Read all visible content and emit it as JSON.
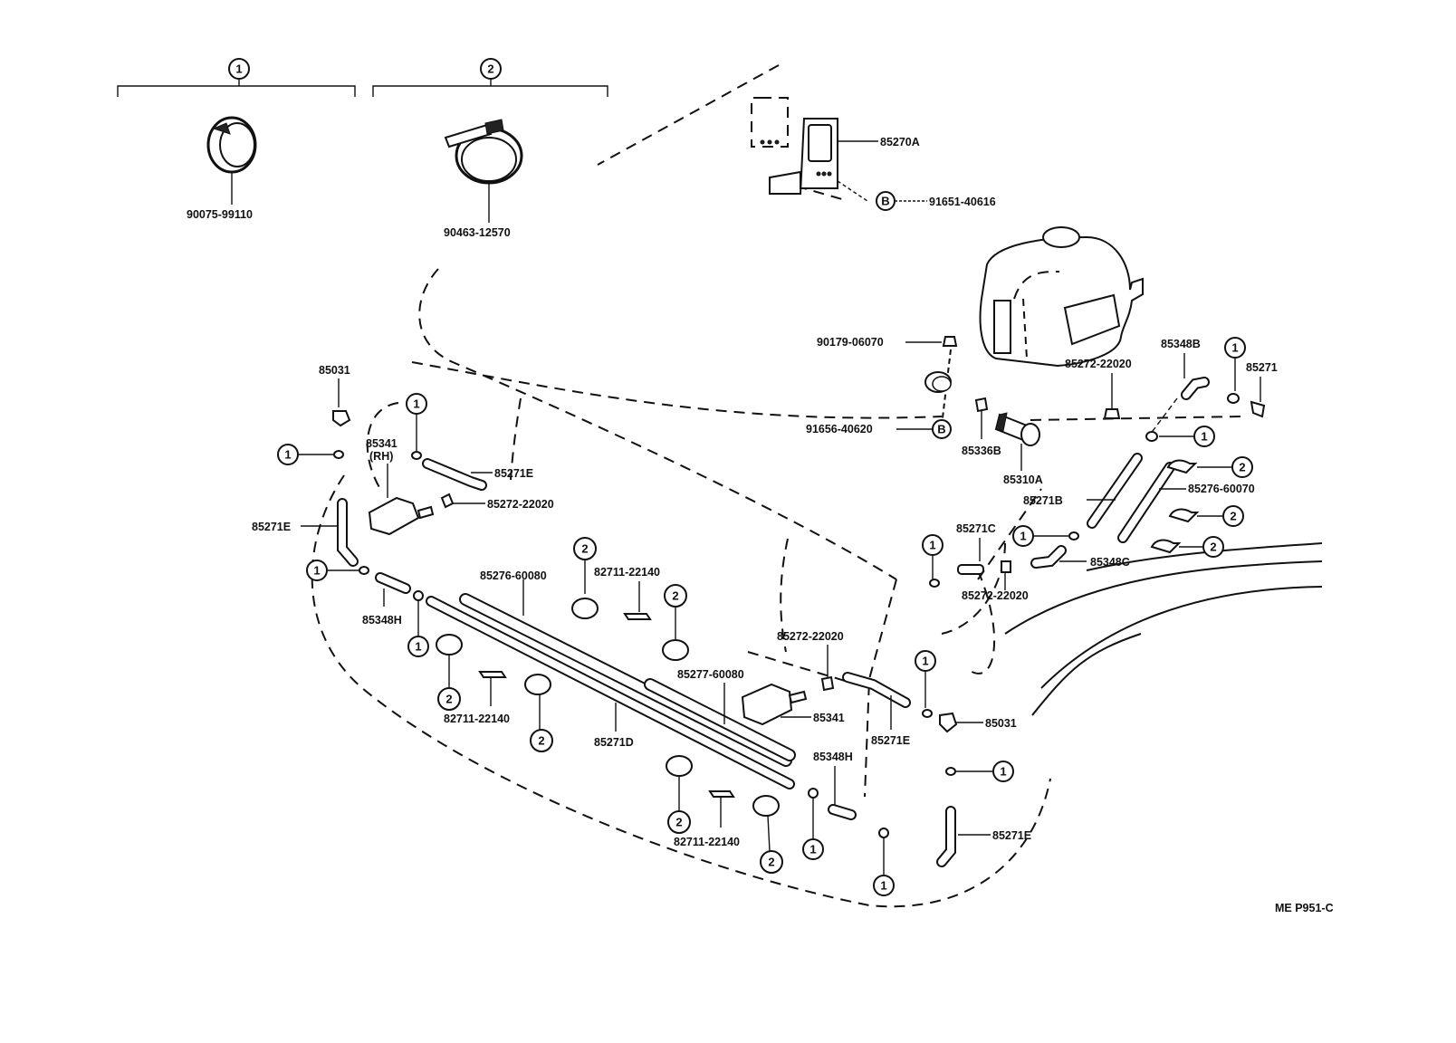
{
  "diagram": {
    "drawing_code": "ME P951-C",
    "kit_groups": [
      {
        "key": "kit1",
        "callout": "1",
        "part_number": "90075-99110"
      },
      {
        "key": "kit2",
        "callout": "2",
        "part_number": "90463-12570"
      }
    ],
    "labels": {
      "p85270A": "85270A",
      "p91651_40616": "91651-40616",
      "p90179_06070": "90179-06070",
      "p91656_40620": "91656-40620",
      "p85272_22020_top": "85272-22020",
      "p85348B": "85348B",
      "p85271_right": "85271",
      "p85336B": "85336B",
      "p85310A": "85310A",
      "p85271B": "85271B",
      "p85276_60070": "85276-60070",
      "p85271C": "85271C",
      "p85348C": "85348C",
      "p85272_22020_mid": "85272-22020",
      "p85031_left": "85031",
      "p85341_rh": "85341",
      "p85341_rh_suffix": "(RH)",
      "p85271E_upper": "85271E",
      "p85272_22020_left": "85272-22020",
      "p85271E_left": "85271E",
      "p85276_60080": "85276-60080",
      "p82711_22140_upper": "82711-22140",
      "p85348H_left": "85348H",
      "p85272_22020_center": "85272-22020",
      "p85277_60080": "85277-60080",
      "p85341_center": "85341",
      "p82711_22140_left": "82711-22140",
      "p85271D": "85271D",
      "p85271E_center": "85271E",
      "p85031_right": "85031",
      "p85348H_center": "85348H",
      "p82711_22140_bottom": "82711-22140",
      "p85271E_right": "85271E"
    },
    "callouts": {
      "one": "1",
      "two": "2",
      "b": "B"
    }
  }
}
